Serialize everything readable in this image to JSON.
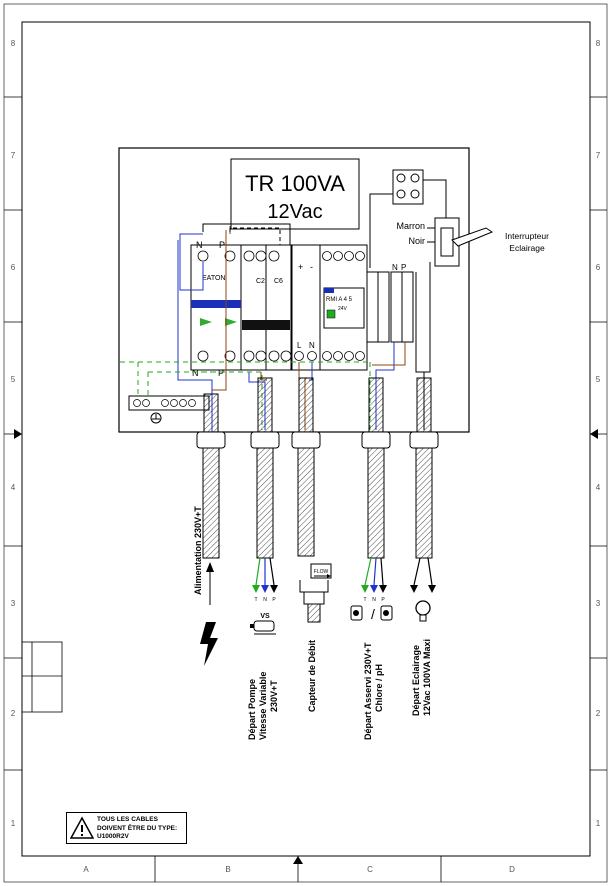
{
  "transformer": {
    "line1": "TR 100VA",
    "line2": "12Vac"
  },
  "switch": {
    "wire1": "Marron",
    "wire2": "Noir",
    "title_line1": "Interrupteur",
    "title_line2": "Eclairage"
  },
  "breaker": {
    "brand": "EATON",
    "c2": "C2",
    "c6": "C6"
  },
  "relay": {
    "label": "RMI A 4 5",
    "voltage": "24V"
  },
  "terminals": {
    "n": "N",
    "p": "P",
    "l": "L",
    "plus": "+",
    "minus": "-"
  },
  "outputs": {
    "alimentation": "Alimentation 230V+T",
    "pompe_line1": "Départ Pompe",
    "pompe_line2": "Vitesse Variable",
    "pompe_line3": "230V+T",
    "capteur": "Capteur de Débit",
    "asservi_line1": "Départ Asservi 230V+T",
    "asservi_line2": "Chlore / pH",
    "eclairage_line1": "Départ Eclairage",
    "eclairage_line2": "12Vac 100VA Maxi",
    "vs_label": "VS",
    "flow_label": "FLOW",
    "tnp_t": "T",
    "tnp_n": "N",
    "tnp_p": "P"
  },
  "warning": {
    "text": "TOUS LES CABLES\nDOIVENT ÊTRE DU TYPE:\nU1000R2V"
  },
  "frame": {
    "rows": [
      "8",
      "7",
      "6",
      "5",
      "4",
      "3",
      "2",
      "1"
    ],
    "cols": [
      "A",
      "B",
      "C",
      "D"
    ]
  },
  "colors": {
    "blue": "#2233cc",
    "brown": "#8b4513",
    "green": "#22aa22",
    "black": "#000000"
  }
}
